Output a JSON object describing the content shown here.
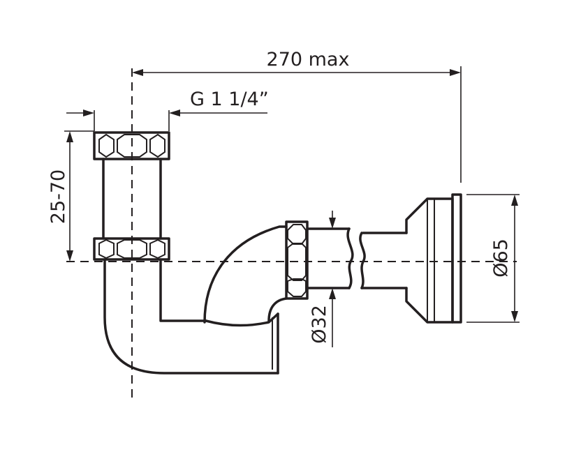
{
  "dimensions": {
    "overall_length": "270 max",
    "thread": "G 1 1/4”",
    "height_range": "25-70",
    "pipe_diameter": "Ø32",
    "outlet_diameter": "Ø65"
  },
  "colors": {
    "line": "#231f20",
    "background": "#ffffff"
  }
}
